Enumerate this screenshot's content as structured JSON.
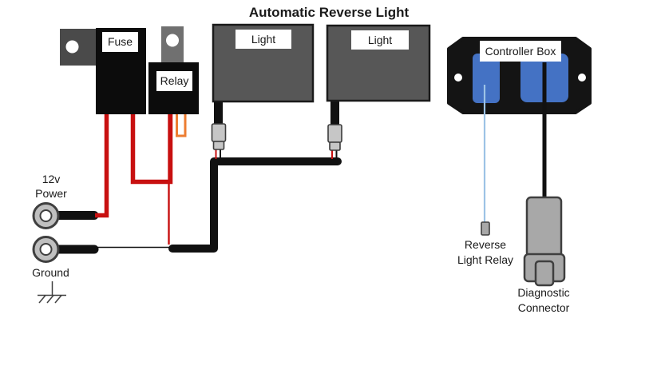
{
  "title": "Automatic Reverse Light",
  "labels": {
    "fuse": "Fuse",
    "relay": "Relay",
    "light_left": "Light",
    "light_right": "Light",
    "controller": "Controller Box",
    "power_line1": "12v",
    "power_line2": "Power",
    "ground": "Ground",
    "reverse_relay_line1": "Reverse",
    "reverse_relay_line2": "Light Relay",
    "diagnostic_line1": "Diagnostic",
    "diagnostic_line2": "Connector"
  },
  "colors": {
    "wire_red": "#c81010",
    "wire_orange": "#ed7d31",
    "wire_black": "#111111",
    "wire_light_blue": "#9dc3e6",
    "connector_blue": "#4472c4",
    "controller_black": "#141414"
  }
}
